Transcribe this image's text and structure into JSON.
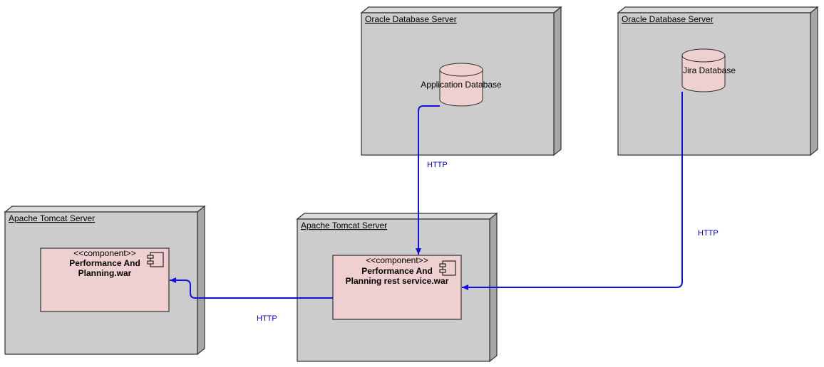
{
  "colors": {
    "node_fill": "#cccccc",
    "node_side": "#a7a7a7",
    "node_stroke": "#303030",
    "element_fill": "#efd0d0",
    "connector": "#1010e0",
    "connector_label": "#0000cc"
  },
  "nodes": [
    {
      "title": "Oracle Database Server"
    },
    {
      "title": "Oracle Database Server"
    },
    {
      "title": "Apache Tomcat Server"
    },
    {
      "title": "Apache Tomcat Server"
    }
  ],
  "databases": [
    {
      "label": "Application Database"
    },
    {
      "label": "Jira Database"
    }
  ],
  "components": [
    {
      "stereotype": "<<component>>",
      "name_lines": [
        "Performance And",
        "Planning.war"
      ],
      "icon": "component-icon"
    },
    {
      "stereotype": "<<component>>",
      "name_lines": [
        "Performance And",
        "Planning rest service.war"
      ],
      "icon": "component-icon"
    }
  ],
  "connectors": [
    {
      "label": "HTTP",
      "from": "Application Database",
      "to": "Performance And Planning rest service.war"
    },
    {
      "label": "HTTP",
      "from": "Jira Database",
      "to": "Performance And Planning rest service.war"
    },
    {
      "label": "HTTP",
      "from": "Performance And Planning rest service.war",
      "to": "Performance And Planning.war"
    }
  ]
}
